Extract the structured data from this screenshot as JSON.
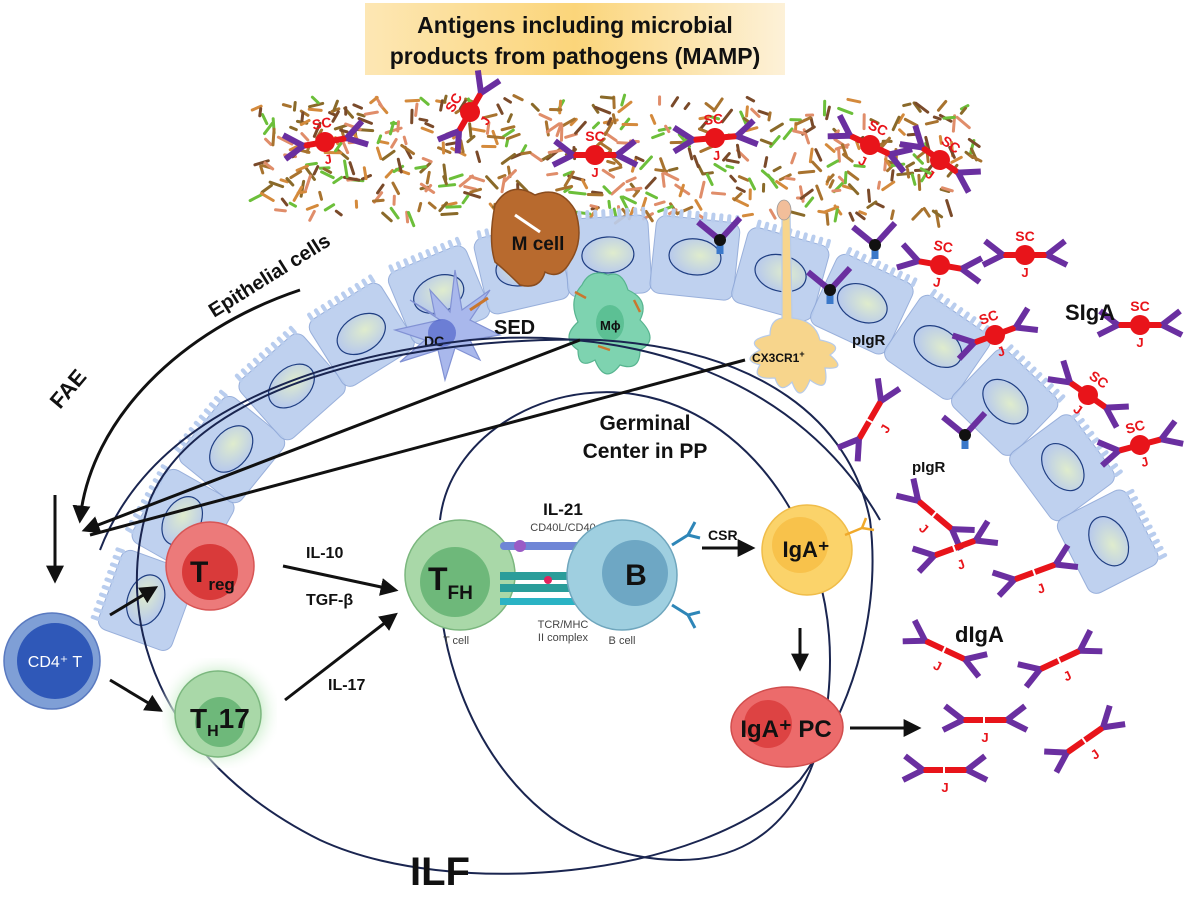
{
  "title": {
    "line1": "Antigens including microbial",
    "line2": "products from pathogens (MAMP)"
  },
  "labels": {
    "fae": "FAE",
    "epithelial_cells": "Epithelial cells",
    "m_cell": "M cell",
    "sed": "SED",
    "dc": "DC",
    "macrophage": "Mϕ",
    "cx3cr1": "CX3CR1",
    "cx3cr1_sup": "+",
    "pigr_1": "pIgR",
    "pigr_2": "pIgR",
    "sigA": "SIgA",
    "digA": "dIgA",
    "germinal_center_1": "Germinal",
    "germinal_center_2": "Center in PP",
    "ilf": "ILF",
    "cd4t": "CD4⁺ T",
    "treg_main": "T",
    "treg_sub": "reg",
    "th17_main": "T",
    "th17_sub": "H",
    "th17_suffix": "17",
    "tfh_main": "T",
    "tfh_sub": "FH",
    "b_cell": "B",
    "iga_plus": "IgA⁺",
    "iga_pc": "IgA⁺ PC",
    "il10": "IL-10",
    "tgfb": "TGF-β",
    "il17": "IL-17",
    "il21": "IL-21",
    "cd40": "CD40L/CD40",
    "tcr_mhc_1": "TCR/MHC",
    "tcr_mhc_2": "II complex",
    "t_cell_caption": "T cell",
    "b_cell_caption": "B cell",
    "csr": "CSR",
    "sc": "SC",
    "j": "J"
  },
  "colors": {
    "title_band": "#fbe3a6",
    "epithelium": "#b9cdee",
    "epithelium_edge": "#8fa8d8",
    "nucleus": "#d7e6cf",
    "antibody_arm": "#6a2fa0",
    "antibody_link": "#e8141a",
    "m_cell": "#b86a2e",
    "dc": "#a9b8ec",
    "macrophage": "#7ed3b0",
    "cx3cr1_cell": "#f7d58c",
    "cd4t": "#4a72c4",
    "treg": "#e96363",
    "th17": "#8dc79a",
    "tfh": "#a9d8a8",
    "b": "#9fcfe0",
    "iga_cell": "#fbd36a",
    "plasma_cell": "#ec6b6b",
    "follicle_line": "#1a2550"
  }
}
